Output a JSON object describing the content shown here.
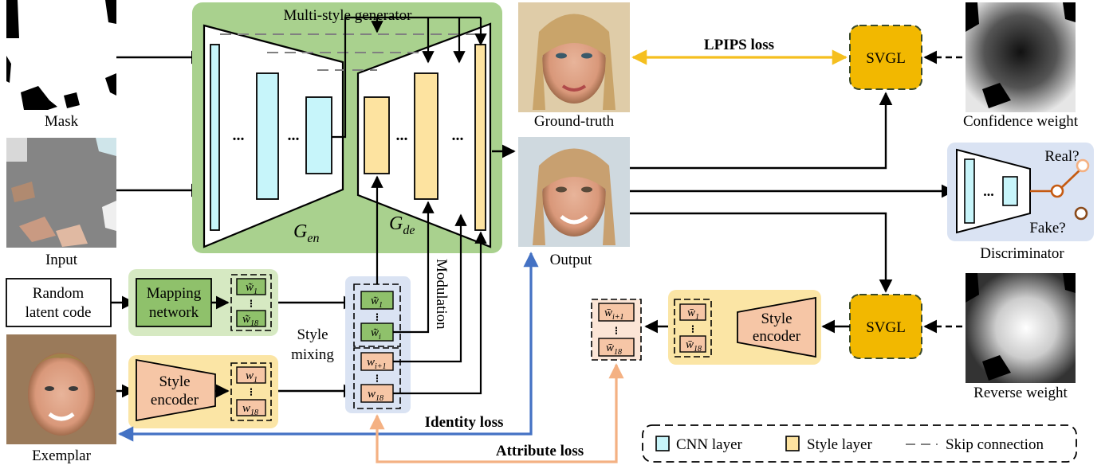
{
  "title": "Multi-style generator",
  "images": {
    "mask": "Mask",
    "input": "Input",
    "ground_truth": "Ground-truth",
    "output": "Output",
    "confidence_weight": "Confidence weight",
    "reverse_weight": "Reverse weight",
    "exemplar": "Exemplar"
  },
  "generator": {
    "encoder_label": "G",
    "encoder_sub": "en",
    "decoder_label": "G",
    "decoder_sub": "de",
    "ellipsis": "..."
  },
  "mapping": {
    "input_line1": "Random",
    "input_line2": "latent code",
    "net_line1": "Mapping",
    "net_line2": "network",
    "w_first": "w̃",
    "w_first_sub": "1",
    "w_last": "w̃",
    "w_last_sub": "18"
  },
  "style_encoder_left": {
    "line1": "Style",
    "line2": "encoder",
    "w_first": "w",
    "w_first_sub": "1",
    "w_last": "w",
    "w_last_sub": "18"
  },
  "style_mixing": {
    "line1": "Style",
    "line2": "mixing",
    "w1": "w̃",
    "w1_sub": "1",
    "wi": "w̃",
    "wi_sub": "i",
    "wi1": "w",
    "wi1_sub": "i+1",
    "w18": "w",
    "w18_sub": "18"
  },
  "modulation": "Modulation",
  "svgl_top": "SVGL",
  "svgl_bottom": "SVGL",
  "lpips_loss": "LPIPS loss",
  "identity_loss": "Identity loss",
  "attribute_loss": "Attribute loss",
  "discriminator": {
    "label": "Discriminator",
    "real": "Real?",
    "fake": "Fake?"
  },
  "style_encoder_right": {
    "line1": "Style",
    "line2": "encoder",
    "w_first": "w̄",
    "w_first_sub": "1",
    "w_last": "w̄",
    "w_last_sub": "18"
  },
  "predicted_styles": {
    "w_first": "w̄",
    "w_first_sub": "i+1",
    "w_last": "w̄",
    "w_last_sub": "18"
  },
  "legend": {
    "cnn": "CNN layer",
    "style": "Style layer",
    "skip": "Skip connection"
  },
  "colors": {
    "generator_bg": "#a9d18e",
    "mapping_bg": "#d6e9c2",
    "encoder_bg": "#fbe5a5",
    "mixing_bg": "#dae3f3",
    "disc_bg": "#dae3f3",
    "cnn_layer": "#c7f5fa",
    "style_layer": "#fde3a0",
    "svgl": "#f2b800",
    "mapping_net": "#8fc16b",
    "style_encoder": "#f6c6a6",
    "lpips": "#f5bf1f",
    "identity": "#4472c4",
    "attribute": "#f4b183",
    "disc_switch": "#c55a11"
  }
}
